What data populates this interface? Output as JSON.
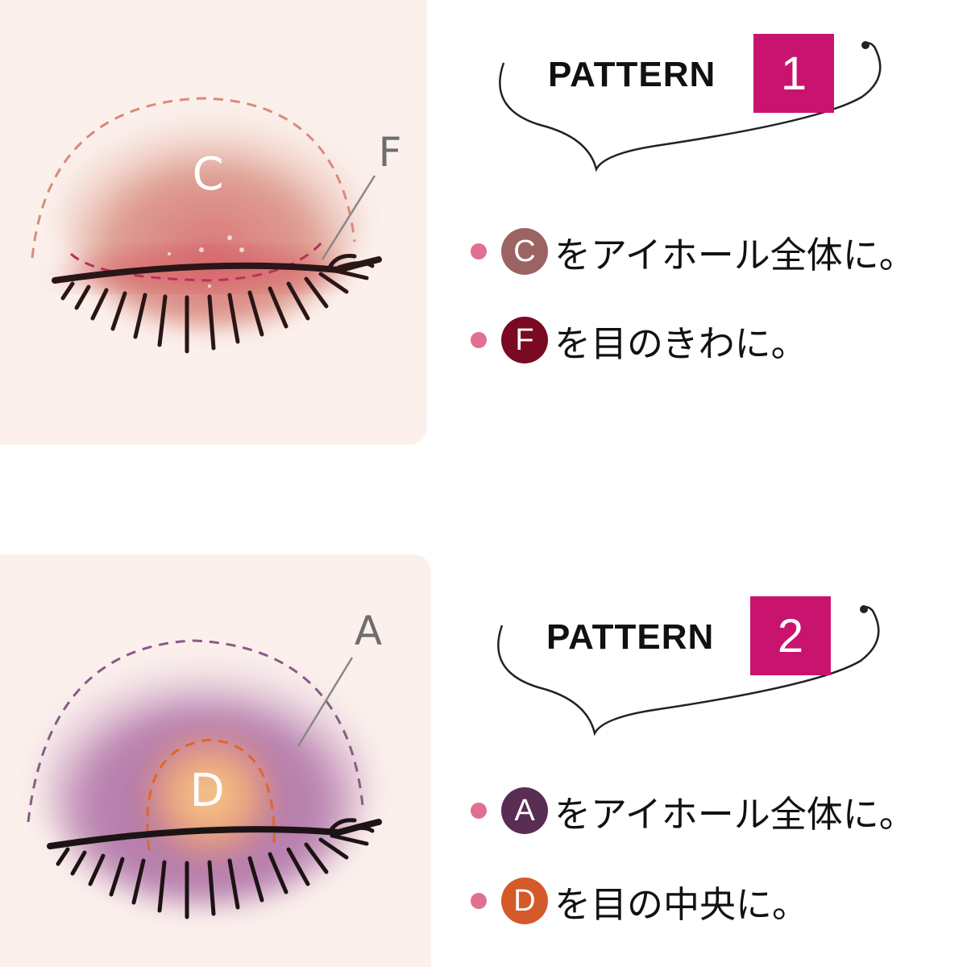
{
  "patterns": [
    {
      "title": "PATTERN",
      "number": "1",
      "eye_labels": {
        "main": "C",
        "pointer": "F"
      },
      "steps": [
        {
          "badge": "C",
          "badge_color": "#9b6463",
          "text": "をアイホール全体に。"
        },
        {
          "badge": "F",
          "badge_color": "#7a0a22",
          "text": "を目のきわに。"
        }
      ]
    },
    {
      "title": "PATTERN",
      "number": "2",
      "eye_labels": {
        "main": "D",
        "pointer": "A"
      },
      "steps": [
        {
          "badge": "A",
          "badge_color": "#5a2d55",
          "text": "をアイホール全体に。"
        },
        {
          "badge": "D",
          "badge_color": "#d45a2a",
          "text": "を目の中央に。"
        }
      ]
    }
  ],
  "colors": {
    "accent": "#c8146e",
    "bullet": "#e07090",
    "panel": "#fbf0ec"
  }
}
